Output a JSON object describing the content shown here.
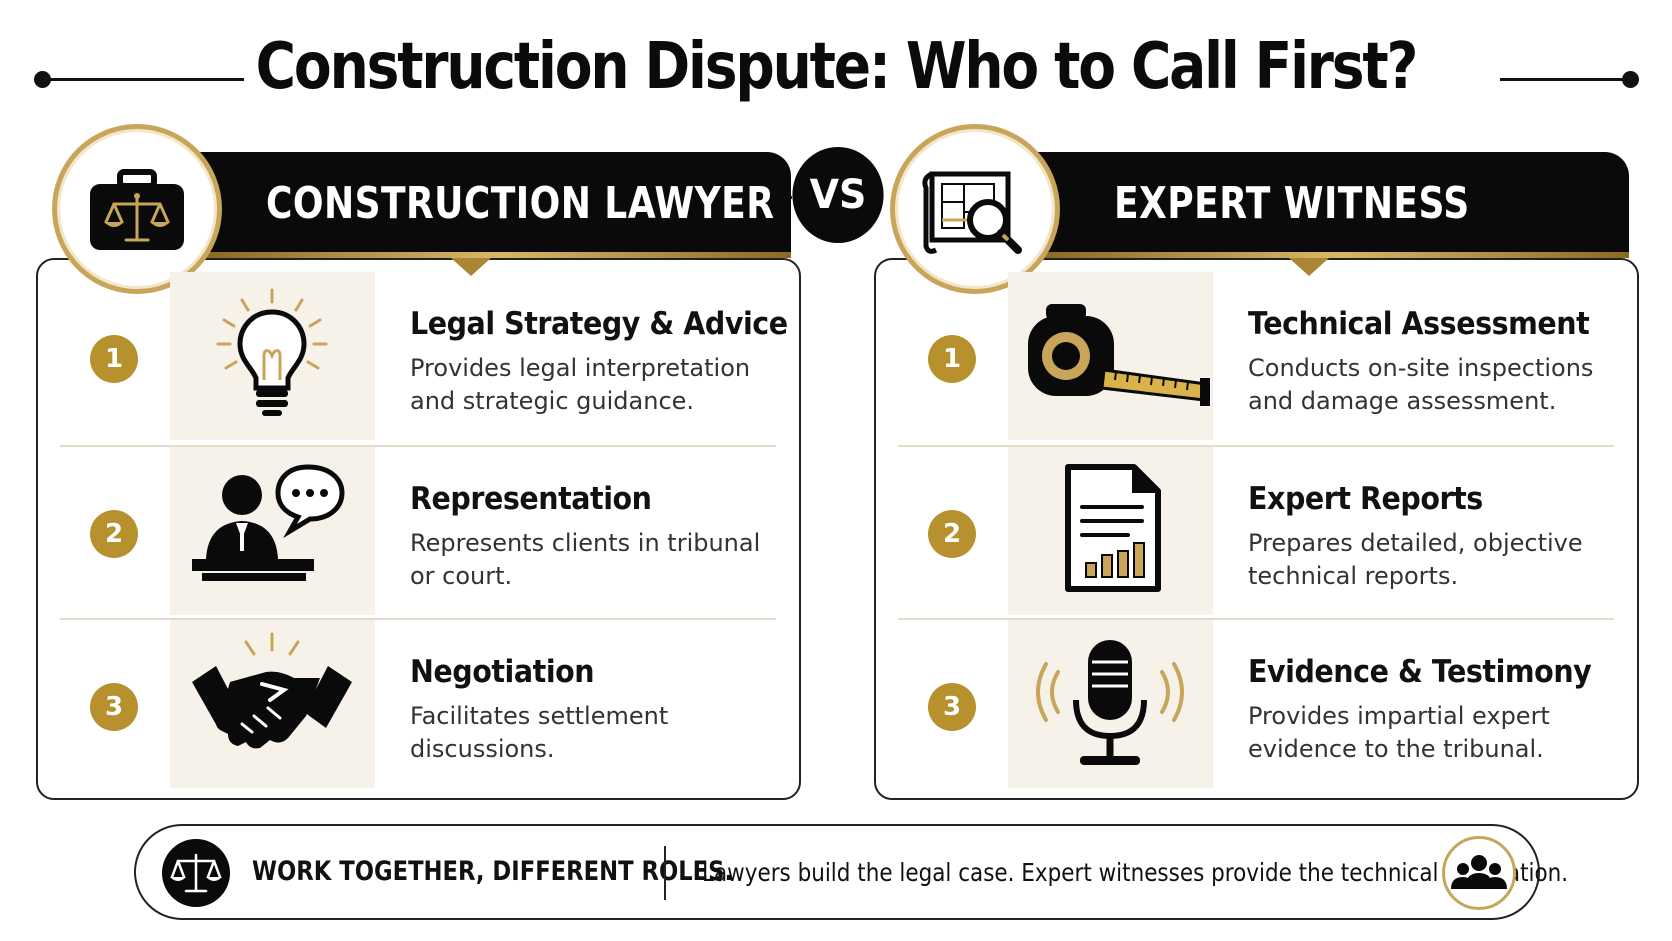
{
  "title": "Construction Dispute: Who to Call First?",
  "vs_label": "VS",
  "colors": {
    "gold": "#b8912f",
    "black": "#0a0a0a",
    "icon_bg": "#f6f2ea"
  },
  "left_panel": {
    "heading": "CONSTRUCTION LAWYER",
    "badge_icon": "briefcase-scales-icon",
    "items": [
      {
        "number": "1",
        "icon": "lightbulb-icon",
        "title": "Legal Strategy & Advice",
        "description": "Provides legal interpretation and strategic guidance."
      },
      {
        "number": "2",
        "icon": "speaker-podium-icon",
        "title": "Representation",
        "description": "Represents clients in tribunal or court."
      },
      {
        "number": "3",
        "icon": "handshake-icon",
        "title": "Negotiation",
        "description": "Facilitates settlement discussions."
      }
    ]
  },
  "right_panel": {
    "heading": "EXPERT WITNESS",
    "badge_icon": "blueprint-magnifier-icon",
    "items": [
      {
        "number": "1",
        "icon": "tape-measure-icon",
        "title": "Technical Assessment",
        "description": "Conducts on-site inspections and damage assessment."
      },
      {
        "number": "2",
        "icon": "report-chart-icon",
        "title": "Expert Reports",
        "description": "Prepares detailed, objective technical reports."
      },
      {
        "number": "3",
        "icon": "microphone-icon",
        "title": "Evidence & Testimony",
        "description": "Provides impartial expert evidence to the tribunal."
      }
    ]
  },
  "footer": {
    "headline": "WORK TOGETHER, DIFFERENT ROLES.",
    "text": "Lawyers build the legal case. Expert witnesses provide the technical foundation.",
    "left_icon": "scales-icon",
    "right_icon": "group-icon"
  }
}
